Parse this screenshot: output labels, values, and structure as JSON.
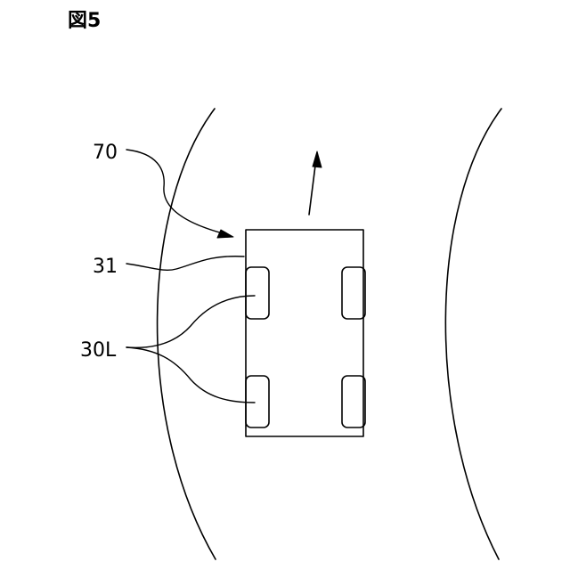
{
  "figure": {
    "title": "図5"
  },
  "labels": {
    "vehicle": "70",
    "body": "31",
    "wheels_left": "30L"
  }
}
